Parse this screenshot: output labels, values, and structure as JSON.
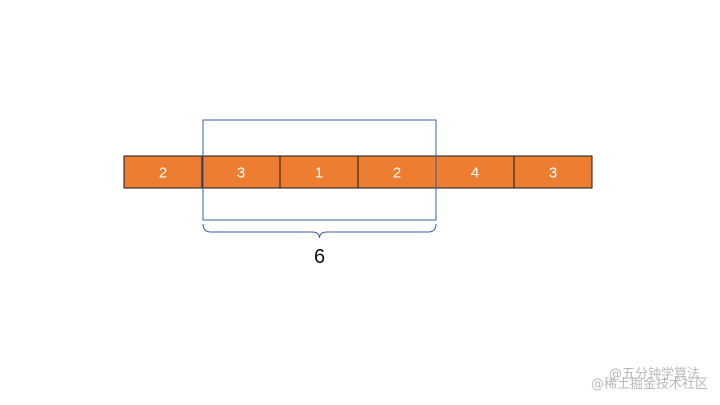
{
  "array": {
    "cells": [
      "2",
      "3",
      "1",
      "2",
      "4",
      "3"
    ],
    "window_start_index": 1,
    "window_end_index": 3
  },
  "brace_label": "6",
  "colors": {
    "cell_fill": "#ED7D31",
    "cell_border": "#1a1a1a",
    "cell_text": "#ffffff",
    "window_stroke": "#3B5BA8",
    "brace_stroke": "#3B5BA8",
    "label_text": "#111111",
    "watermark_text": "#b8b8b8"
  },
  "watermark": {
    "line1": "@五分钟学算法",
    "line2": "@稀土掘金技术社区"
  }
}
